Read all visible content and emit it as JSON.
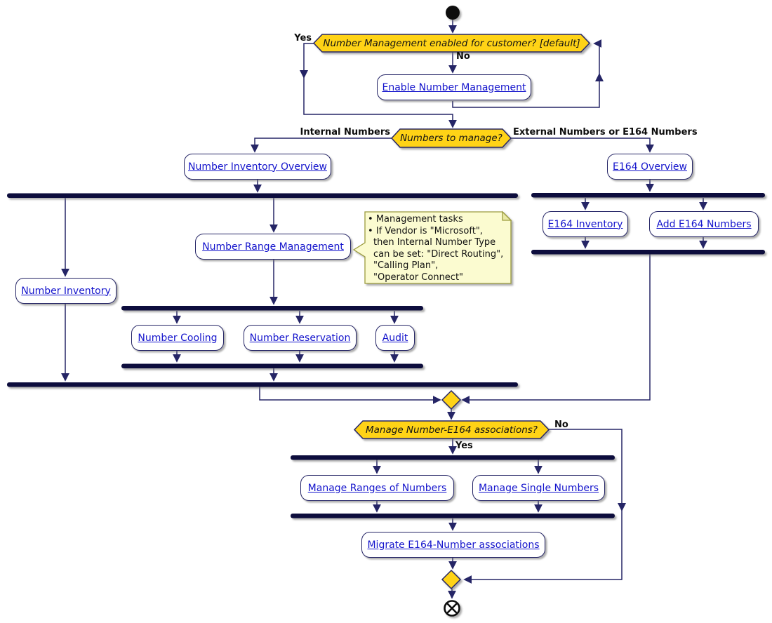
{
  "decisions": {
    "nm_enabled": {
      "text": "Number Management enabled for customer? [default]",
      "yes": "Yes",
      "no": "No"
    },
    "numbers_to_manage": {
      "text": "Numbers to manage?",
      "left": "Internal Numbers",
      "right": "External Numbers or E164 Numbers"
    },
    "manage_assoc": {
      "text": "Manage Number-E164 associations?",
      "yes": "Yes",
      "no": "No"
    }
  },
  "actions": {
    "enable_number_management": "Enable Number Management",
    "number_inventory_overview": "Number Inventory Overview",
    "e164_overview": "E164 Overview",
    "number_range_management": "Number Range Management",
    "number_inventory": "Number Inventory",
    "number_cooling": "Number Cooling",
    "number_reservation": "Number Reservation",
    "audit": "Audit",
    "e164_inventory": "E164 Inventory",
    "add_e164_numbers": "Add E164 Numbers",
    "manage_ranges_of_numbers": "Manage Ranges of Numbers",
    "manage_single_numbers": "Manage Single Numbers",
    "migrate_e164_number_associations": "Migrate E164-Number associations"
  },
  "note": {
    "lines": [
      "Management tasks",
      "If Vendor is \"Microsoft\",",
      "then Internal Number Type",
      "can be set: \"Direct Routing\",",
      "\"Calling Plan\",",
      "\"Operator Connect\""
    ]
  },
  "colors": {
    "line_navy": "#252566",
    "bar_navy": "#10103e",
    "decision_yellow": "#ffd318",
    "link_blue": "#1414cc",
    "note_fill": "#fbfbd0",
    "note_border": "#9b9b3d"
  }
}
